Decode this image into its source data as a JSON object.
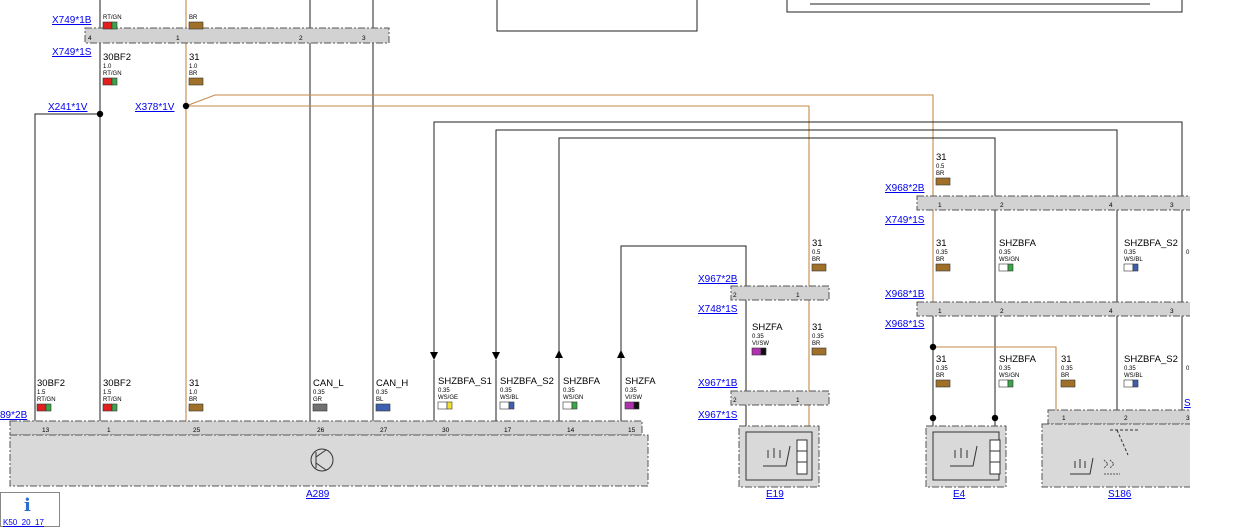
{
  "connectors": {
    "x749_1b": "X749*1B",
    "x749_1s": "X749*1S",
    "x241_1v": "X241*1V",
    "x378_1v": "X378*1V",
    "a289_cut": "89*2B",
    "x967_2b": "X967*2B",
    "x748_1s": "X748*1S",
    "x967_1b": "X967*1B",
    "x967_1s": "X967*1S",
    "x968_2b": "X968*2B",
    "x749_1s_r": "X749*1S",
    "x968_1b": "X968*1B",
    "x968_1s": "X968*1S",
    "s186_cut": "S"
  },
  "components": {
    "a289": "A289",
    "e19": "E19",
    "e4": "E4",
    "s186": "S186"
  },
  "info": {
    "label": "K50_20_17"
  },
  "colors": {
    "RT/GN": [
      "#e02020",
      "#3aa64a"
    ],
    "BR": [
      "#a0702a"
    ],
    "GR": [
      "#707070"
    ],
    "BL": [
      "#3d5fb0"
    ],
    "WS/GE": [
      "#ffffff",
      "#f0e030"
    ],
    "WS/BL": [
      "#ffffff",
      "#3d5fb0"
    ],
    "WS/GN": [
      "#ffffff",
      "#3aa64a"
    ],
    "VI/SW": [
      "#b030b0",
      "#111111"
    ],
    "brown_wire": "#c48a4a"
  },
  "wires": {
    "top1": {
      "code": "",
      "size": "",
      "color": "RT/GN"
    },
    "top2": {
      "code": "",
      "size": "",
      "color": "BR"
    },
    "b30bf2": {
      "code": "30BF2",
      "size": "1.0",
      "color": "RT/GN"
    },
    "b31": {
      "code": "31",
      "size": "1.0",
      "color": "BR"
    },
    "a30bf2_15": {
      "code": "30BF2",
      "size": "1.5",
      "color": "RT/GN"
    },
    "a30bf2_15b": {
      "code": "30BF2",
      "size": "1.5",
      "color": "RT/GN"
    },
    "a31": {
      "code": "31",
      "size": "1.0",
      "color": "BR"
    },
    "can_l": {
      "code": "CAN_L",
      "size": "0.35",
      "color": "GR"
    },
    "can_h": {
      "code": "CAN_H",
      "size": "0.35",
      "color": "BL"
    },
    "shz_s1": {
      "code": "SHZBFA_S1",
      "size": "0.35",
      "color": "WS/GE"
    },
    "shz_s2": {
      "code": "SHZBFA_S2",
      "size": "0.35",
      "color": "WS/BL"
    },
    "shzbfa": {
      "code": "SHZBFA",
      "size": "0.35",
      "color": "WS/GN"
    },
    "shzfa": {
      "code": "SHZFA",
      "size": "0.35",
      "color": "VI/SW"
    },
    "e19_31a": {
      "code": "31",
      "size": "0.5",
      "color": "BR"
    },
    "e19_shzfa": {
      "code": "SHZFA",
      "size": "0.35",
      "color": "VI/SW"
    },
    "e19_31b": {
      "code": "31",
      "size": "0.35",
      "color": "BR"
    },
    "r31a": {
      "code": "31",
      "size": "0.5",
      "color": "BR"
    },
    "r31b": {
      "code": "31",
      "size": "0.35",
      "color": "BR"
    },
    "r_shzbfa_a": {
      "code": "SHZBFA",
      "size": "0.35",
      "color": "WS/GN"
    },
    "r_s2_a": {
      "code": "SHZBFA_S2",
      "size": "0.35",
      "color": "WS/BL"
    },
    "r31c": {
      "code": "31",
      "size": "0.35",
      "color": "BR"
    },
    "r_shzbfa_b": {
      "code": "SHZBFA",
      "size": "0.35",
      "color": "WS/GN"
    },
    "r31d": {
      "code": "31",
      "size": "0.35",
      "color": "BR"
    },
    "r_s2_b": {
      "code": "SHZBFA_S2",
      "size": "0.35",
      "color": "WS/BL"
    },
    "cut1": {
      "code": "",
      "size": "0",
      "color": ""
    },
    "cut2": {
      "code": "",
      "size": "0",
      "color": ""
    }
  },
  "pins": {
    "x749_4": "4",
    "x749_1": "1",
    "x749_2": "2",
    "x749_3": "3",
    "a13": "13",
    "a1": "1",
    "a25": "25",
    "a26": "26",
    "a27": "27",
    "a30": "30",
    "a17": "17",
    "a14": "14",
    "a15": "15",
    "x967a_2": "2",
    "x967a_1": "1",
    "x967b_2": "2",
    "x967b_1": "1",
    "x968a_1": "1",
    "x968a_2": "2",
    "x968a_4": "4",
    "x968a_3": "3",
    "x968b_1": "1",
    "x968b_2": "2",
    "x968b_4": "4",
    "x968b_3": "3",
    "s186_1": "1",
    "s186_2": "2",
    "s186_3": "3"
  }
}
